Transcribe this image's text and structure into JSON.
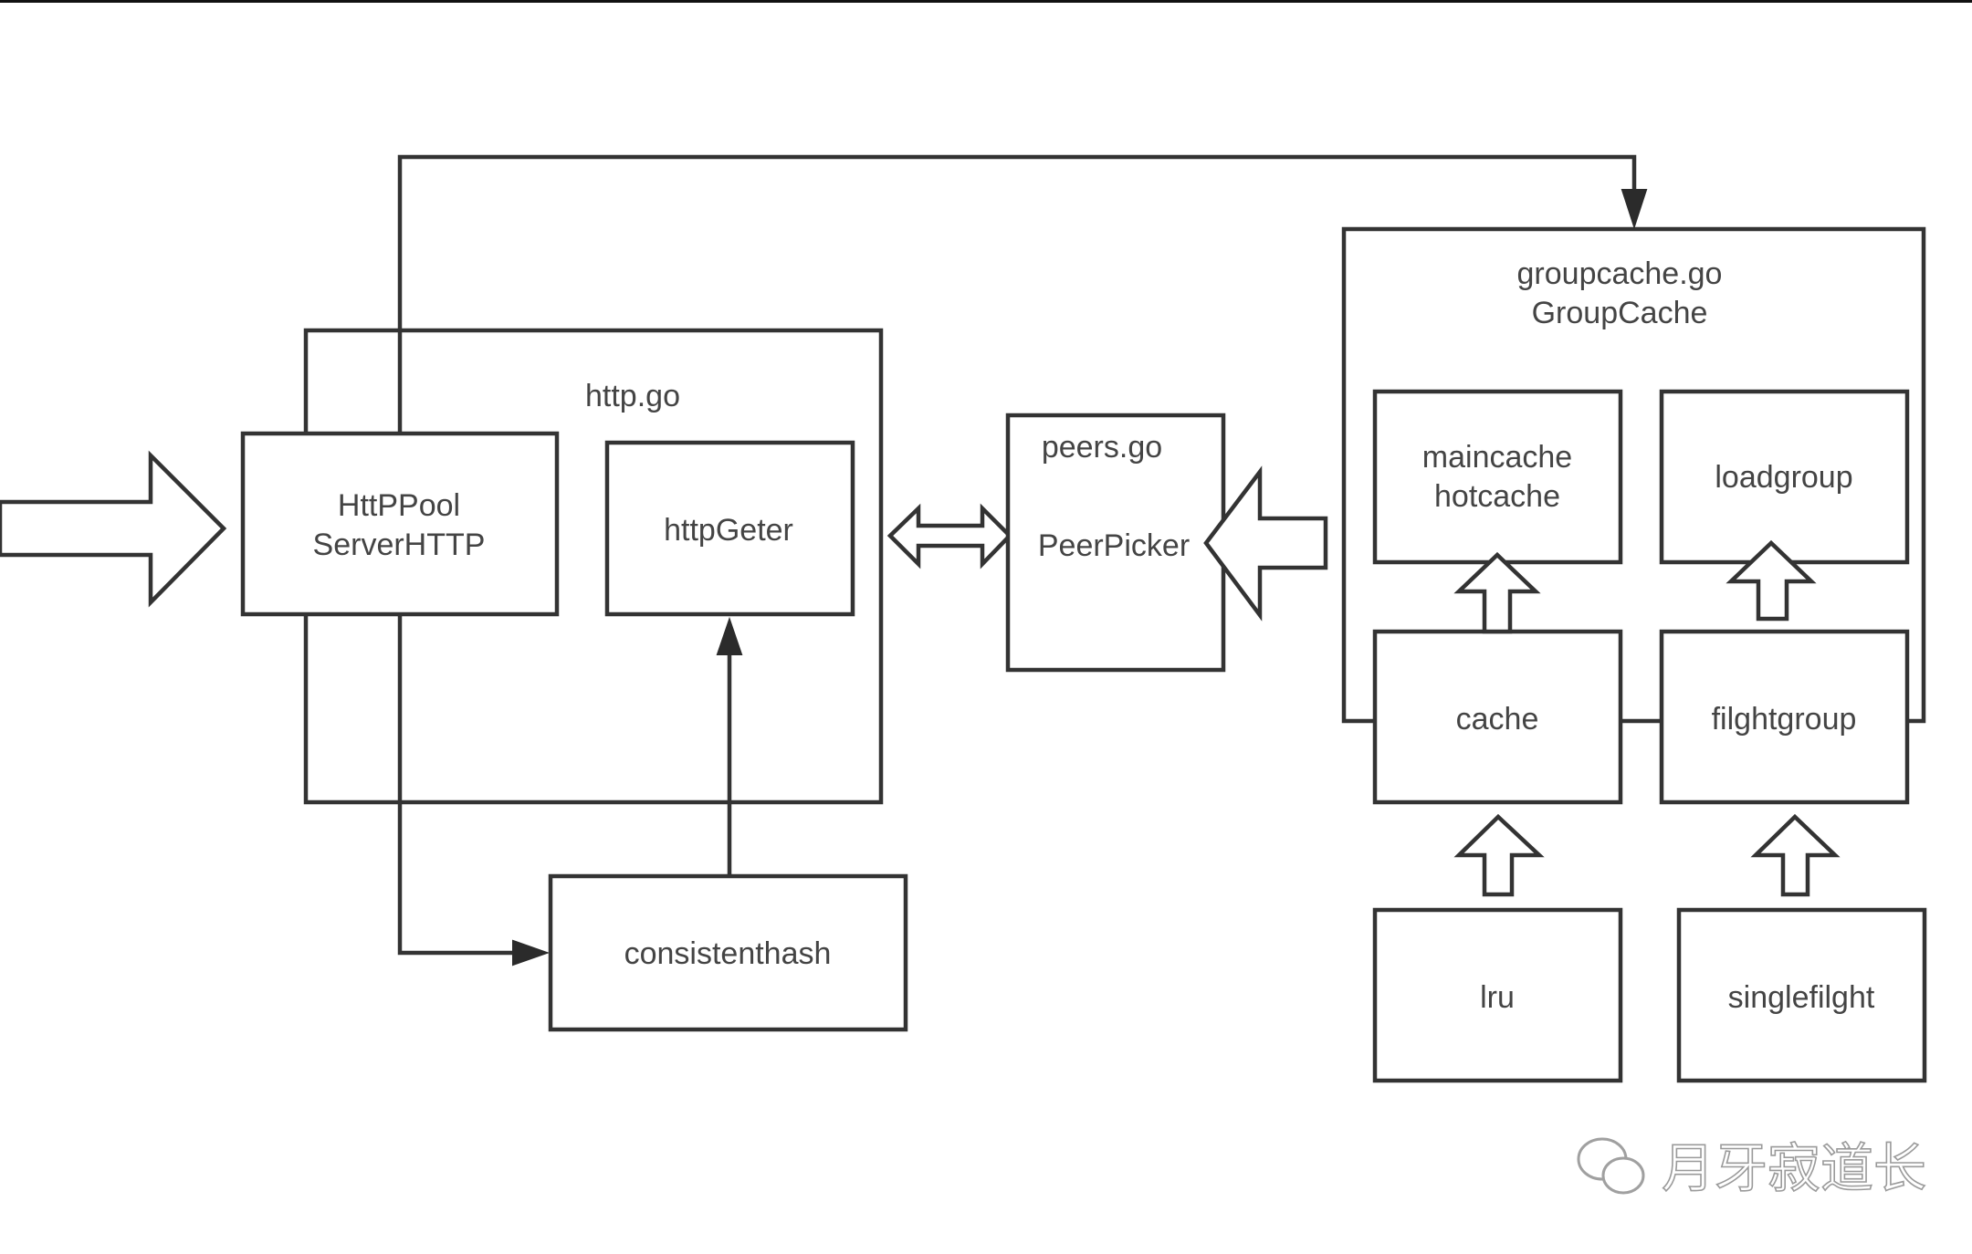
{
  "diagram": {
    "title": "groupcache architecture",
    "colors": {
      "stroke": "#333333",
      "text": "#444444",
      "background": "#ffffff",
      "watermark": "#9a9a9a"
    },
    "containers": {
      "http": {
        "label": "http.go"
      },
      "groupcache": {
        "label_line1": "groupcache.go",
        "label_line2": "GroupCache"
      },
      "peers": {
        "label": "peers.go",
        "sublabel": "PeerPicker"
      }
    },
    "nodes": {
      "httppool": {
        "line1": "HttPPool",
        "line2": "ServerHTTP"
      },
      "httpgeter": {
        "label": "httpGeter"
      },
      "consistenthash": {
        "label": "consistenthash"
      },
      "maincache": {
        "line1": "maincache",
        "line2": "hotcache"
      },
      "loadgroup": {
        "label": "loadgroup"
      },
      "cache": {
        "label": "cache"
      },
      "filghtgroup": {
        "label": "filghtgroup"
      },
      "lru": {
        "label": "lru"
      },
      "singlefilght": {
        "label": "singlefilght"
      }
    },
    "edges": [
      {
        "from": "external",
        "to": "httppool",
        "style": "hollow-arrow"
      },
      {
        "from": "httppool",
        "to": "groupcache",
        "style": "line-arrow"
      },
      {
        "from": "httppool",
        "to": "consistenthash",
        "style": "line-arrow"
      },
      {
        "from": "consistenthash",
        "to": "httpgeter",
        "style": "line-arrow"
      },
      {
        "from": "http",
        "to": "peers",
        "style": "hollow-double-arrow"
      },
      {
        "from": "groupcache",
        "to": "peers",
        "style": "hollow-arrow"
      },
      {
        "from": "cache",
        "to": "maincache",
        "style": "hollow-arrow"
      },
      {
        "from": "filghtgroup",
        "to": "loadgroup",
        "style": "hollow-arrow"
      },
      {
        "from": "lru",
        "to": "cache",
        "style": "hollow-arrow"
      },
      {
        "from": "singlefilght",
        "to": "filghtgroup",
        "style": "hollow-arrow"
      }
    ],
    "watermark": {
      "icon": "wechat-icon",
      "text": "月牙寂道长"
    }
  }
}
